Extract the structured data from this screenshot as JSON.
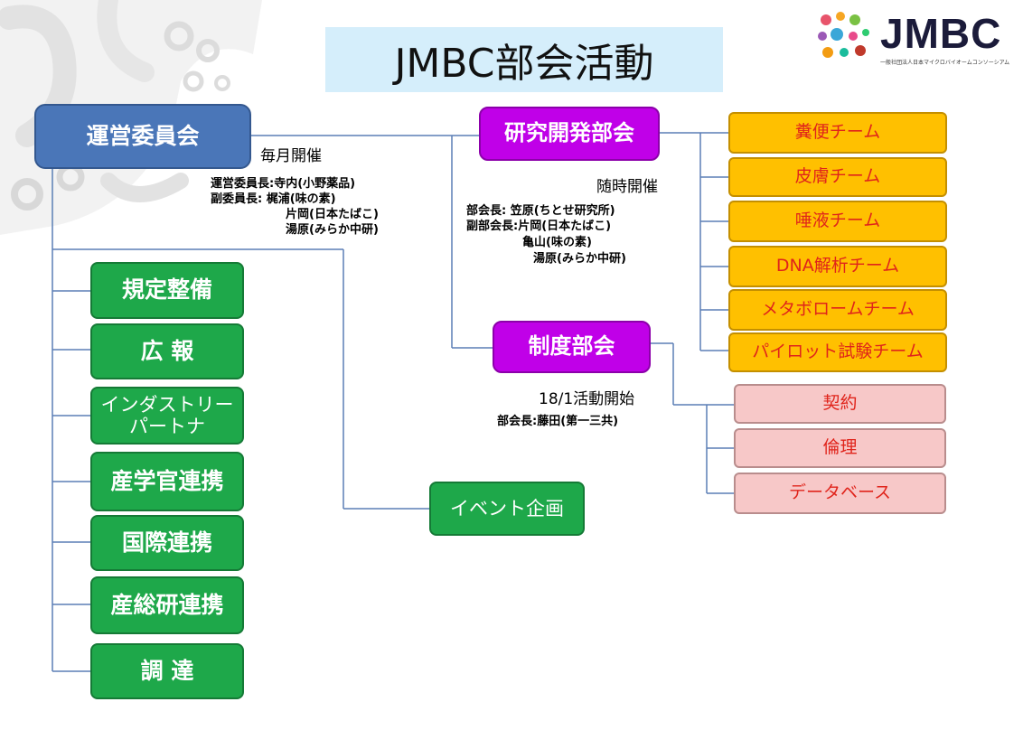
{
  "title": "JMBC部会活動",
  "logo": {
    "text": "JMBC",
    "subtitle": "一般社団法人日本マイクロバイオームコンソーシアム"
  },
  "steering": {
    "label": "運営委員会",
    "frequency": "毎月開催",
    "members": [
      "運営委員長:寺内(小野薬品)",
      "副委員長:  梶浦(味の素)",
      "片岡(日本たばこ)",
      "湯原(みらか中研)"
    ]
  },
  "committees_left": [
    {
      "label": "規定整備"
    },
    {
      "label": "広 報"
    },
    {
      "label": "インダストリー\nパートナ"
    },
    {
      "label": "産学官連携"
    },
    {
      "label": "国際連携"
    },
    {
      "label": "産総研連携"
    },
    {
      "label": "調 達"
    }
  ],
  "event": {
    "label": "イベント企画"
  },
  "rd": {
    "label": "研究開発部会",
    "frequency": "随時開催",
    "members": [
      "部会長:  笠原(ちとせ研究所)",
      "副部会長:片岡(日本たばこ)",
      "亀山(味の素)",
      "湯原(みらか中研)"
    ]
  },
  "rd_teams": [
    {
      "label": "糞便チーム"
    },
    {
      "label": "皮膚チーム"
    },
    {
      "label": "唾液チーム"
    },
    {
      "label": "DNA解析チーム"
    },
    {
      "label": "メタボロームチーム"
    },
    {
      "label": "パイロット試験チーム"
    }
  ],
  "system": {
    "label": "制度部会",
    "start": "18/1活動開始",
    "members": [
      "部会長:藤田(第一三共)"
    ]
  },
  "system_teams": [
    {
      "label": "契約"
    },
    {
      "label": "倫理"
    },
    {
      "label": "データベース"
    }
  ],
  "colors": {
    "steering": "#4a76b8",
    "division": "#c000e8",
    "committee": "#1ea84a",
    "rd_team": "#ffc000",
    "system_team": "#f7c8c8",
    "team_text": "#e0241b",
    "connector": "#5b7fb5",
    "title_bg": "#d5eefb"
  }
}
